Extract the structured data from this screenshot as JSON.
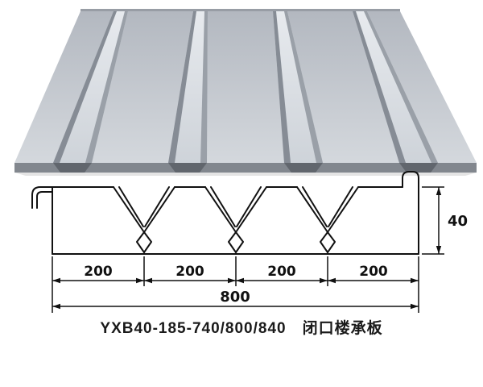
{
  "figure": {
    "caption": "YXB40-185-740/800/840　闭口楼承板"
  },
  "dimensions": {
    "segments": [
      "200",
      "200",
      "200",
      "200"
    ],
    "total": "800",
    "height": "40"
  },
  "colors": {
    "panel_base_top": "#b7bcc4",
    "panel_base_bottom": "#d4d8dd",
    "rib_face": "#dde1e6",
    "rib_shadow_dark": "#868c95",
    "rib_shadow_mid": "#9aa0a8",
    "front_edge": "#82878e",
    "rib_notch": "#61666d",
    "line": "#111111"
  }
}
